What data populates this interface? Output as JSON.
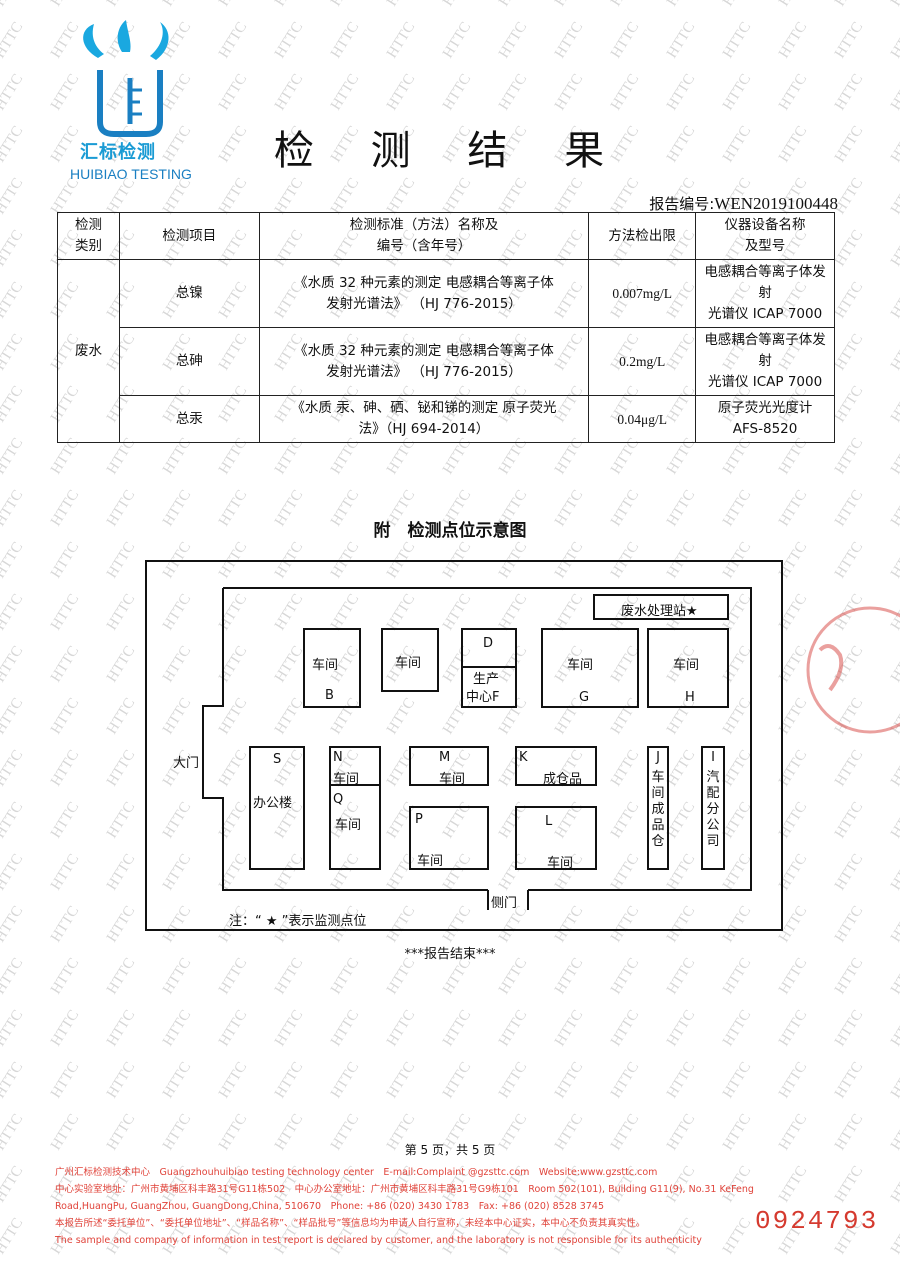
{
  "watermark": "HTTC",
  "logo": {
    "name_cn": "汇标检测",
    "name_en": "HUIBIAO TESTING"
  },
  "title": "检 测 结 果",
  "report": {
    "label": "报告编号:",
    "number": "WEN2019100448"
  },
  "table": {
    "headers": {
      "category": [
        "检测",
        "类别"
      ],
      "item": "检测项目",
      "standard": [
        "检测标准（方法）名称及",
        "编号（含年号）"
      ],
      "limit": "方法检出限",
      "instrument": [
        "仪器设备名称",
        "及型号"
      ]
    },
    "category_value": "废水",
    "rows": [
      {
        "item": "总镍",
        "standard": [
          "《水质 32 种元素的测定 电感耦合等离子体",
          "发射光谱法》 （HJ 776-2015）"
        ],
        "limit": "0.007mg/L",
        "instrument": [
          "电感耦合等离子体发射",
          "光谱仪 ICAP 7000"
        ]
      },
      {
        "item": "总砷",
        "standard": [
          "《水质 32 种元素的测定 电感耦合等离子体",
          "发射光谱法》 （HJ 776-2015）"
        ],
        "limit": "0.2mg/L",
        "instrument": [
          "电感耦合等离子体发射",
          "光谱仪 ICAP 7000"
        ]
      },
      {
        "item": "总汞",
        "standard": [
          "《水质 汞、砷、硒、铋和锑的测定 原子荧光",
          "法》（HJ 694-2014）"
        ],
        "limit": "0.04μg/L",
        "instrument": [
          "原子荧光光度计",
          "AFS-8520"
        ]
      }
    ]
  },
  "appendix_title": "附　检测点位示意图",
  "plan": {
    "wastewater_station": "废水处理站★",
    "main_gate": "大门",
    "side_gate": "侧门",
    "workshop": "车间",
    "b": "B",
    "g": "G",
    "h": "H",
    "d": "D",
    "production_center": [
      "生产",
      "中心F"
    ],
    "s": "S",
    "office": "办公楼",
    "n": "N",
    "q": "Q",
    "m": "M",
    "p": "P",
    "k": "K",
    "warehouse": "成仓品",
    "l": "L",
    "j": "J",
    "j_text": "车间成品仓",
    "i": "I",
    "i_text": "汽配分公司",
    "note": "注：“ ★ ”表示监测点位"
  },
  "end_mark": "***报告结束***",
  "page_no": "第 5 页，共 5 页",
  "footer": [
    "广州汇标检测技术中心　Guangzhouhuibiao testing technology center　E-mail:Complaint @gzsttc.com　Website:www.gzsttc.com",
    "中心实验室地址：广州市黄埔区科丰路31号G11栋502　中心办公室地址：广州市黄埔区科丰路31号G9栋101　Room 502(101), Building G11(9), No.31 KeFeng",
    "Road,HuangPu, GuangZhou, GuangDong,China, 510670　Phone: +86 (020) 3430 1783　Fax: +86 (020) 8528 3745",
    "本报告所述“委托单位”、“委托单位地址”、“样品名称”、“样品批号”等信息均为申请人自行宣称，未经本中心证实，本中心不负责其真实性。",
    "The sample and company of information in test report is declared by customer, and the laboratory is not responsible for its authenticity"
  ],
  "serial": "0924793",
  "colors": {
    "brand": "#1a9bd4",
    "footer_red": "#e0433a",
    "serial_red": "#d53a2f"
  }
}
